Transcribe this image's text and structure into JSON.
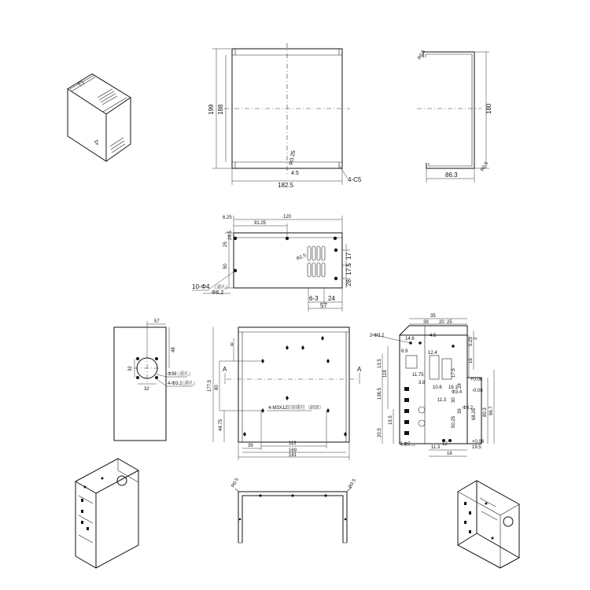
{
  "top_views": {
    "front": {
      "height_outer": "199",
      "height_inner": "188",
      "width": "182.5",
      "radius": "R0.25",
      "gap": "4.5",
      "chamfer": "4-C5"
    },
    "side": {
      "height": "180",
      "depth": "86.3",
      "flange_top": "R0.5",
      "flange_bottom": "R0.5"
    }
  },
  "vent_panel": {
    "dims_top": [
      "6.25",
      "120",
      "91.25"
    ],
    "dims_left": [
      "28.5",
      "25",
      "50"
    ],
    "dims_right": [
      "17",
      "17.5",
      "28"
    ],
    "dims_bottom": [
      "6-3",
      "24",
      "57"
    ],
    "slot_note": "R2.5",
    "hole_note": "10-Φ4",
    "hole_note_sub": "(通孔)",
    "hole_note2": "Φ6.2"
  },
  "side_panel": {
    "top_dim": "57",
    "right_dim": "48",
    "left_dim": "32",
    "bottom_dim": "32",
    "hole_label": "Φ38",
    "hole_note_sub": "(通孔)",
    "hole_label2": "4-Φ3.2",
    "hole_note2_sub": "(通孔)"
  },
  "main_panel": {
    "dim_left_outer": "177.5",
    "dim_left_inner": "80",
    "dim_left_low": "44.75",
    "dim_top_small": "8",
    "section_mark": "A",
    "stud_note": "4-M3X12",
    "stud_note_sub": "压铆螺柱（翻面）",
    "dims_bottom": [
      "39",
      "113",
      "169",
      "181"
    ]
  },
  "right_panel": {
    "top_dims": [
      "35",
      "39",
      "20",
      "25"
    ],
    "hole_note_top": "2-Φ3.2",
    "dims_v_left": [
      "13.5",
      "136.5",
      "118",
      "19.5",
      "20.5"
    ],
    "dims_v_right": [
      "5.25",
      "2",
      "16",
      "Φ3.2",
      "17.5",
      "28",
      "30",
      "39",
      "50.25",
      "68.25",
      "80.3",
      "96.7"
    ],
    "dims_small": [
      "14.6",
      "12.4",
      "4.5",
      "6.9",
      "3.8",
      "11.75",
      "10.6",
      "16.1",
      "11.3",
      "+0.06",
      "-0.06",
      "Φ3.4"
    ],
    "dims_bottom": [
      "3-Φ7",
      "11.3",
      "18",
      "12",
      "19.5",
      "+0.06"
    ]
  },
  "bottom_views": {
    "flange_left": "R0.5",
    "flange_right": "R0.5"
  }
}
